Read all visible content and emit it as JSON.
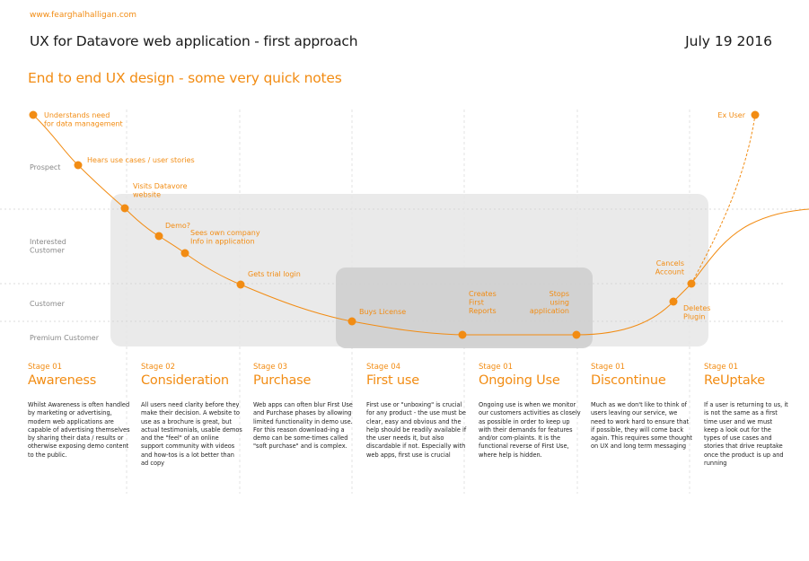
{
  "header": {
    "site": "www.fearghalhalligan.com",
    "title": "UX for Datavore web application - first approach",
    "date": "July 19 2016",
    "subtitle": "End to end UX design - some very quick notes"
  },
  "rows": [
    {
      "label": "Prospect"
    },
    {
      "label": "Interested\nCustomer"
    },
    {
      "label": "Customer"
    },
    {
      "label": "Premium Customer"
    }
  ],
  "points": [
    {
      "label": "Understands need\nfor data management"
    },
    {
      "label": "Hears use cases / user stories"
    },
    {
      "label": "Visits Datavore\nwebsite"
    },
    {
      "label": "Demo?"
    },
    {
      "label": "Sees own company\nInfo in application"
    },
    {
      "label": "Gets trial login"
    },
    {
      "label": "Buys License"
    },
    {
      "label": "Creates\nFirst\nReports"
    },
    {
      "label": "Stops\nusing\napplication"
    },
    {
      "label": "Cancels\nAccount"
    },
    {
      "label": "Deletes\nPlugin"
    },
    {
      "label": "Ex User"
    }
  ],
  "stages": [
    {
      "num": "Stage 01",
      "name": "Awareness",
      "desc": "Whilst Awareness is often handled by marketing or advertising, modern web applications are capable of advertising themselves by sharing their data / results or otherwise exposing demo content to the public."
    },
    {
      "num": "Stage 02",
      "name": "Consideration",
      "desc": "All users need clarity before they make their decision. A website to use as a brochure is great, but actual testimonials, usable demos and the \"feel\" of an online support community with videos and how-tos is a lot better than ad copy"
    },
    {
      "num": "Stage 03",
      "name": "Purchase",
      "desc": "Web apps can often blur First Use and Purchase phases by allowing limited functionality in demo use. For this reason download-ing a demo can be some-times called \"soft purchase\" and is complex."
    },
    {
      "num": "Stage 04",
      "name": "First use",
      "desc": "First use or \"unboxing\" is crucial for any product - the use must be clear, easy and obvious and the help should be readily available if the user needs it, but also discardable if not. Especially with web apps, first use is crucial"
    },
    {
      "num": "Stage 01",
      "name": "Ongoing Use",
      "desc": "Ongoing use is when we monitor our customers activities as closely as possible in order to keep up with their demands for features and/or com-plaints. It is the functional reverse of First Use, where help is hidden."
    },
    {
      "num": "Stage 01",
      "name": "Discontinue",
      "desc": "Much as we don't like to think of users leaving our service, we need to work hard to ensure that if possible, they will come back again. This requires some thought on UX and long term messaging"
    },
    {
      "num": "Stage 01",
      "name": "ReUptake",
      "desc": "If a user is returning to us, it is not the same as a first time user and we must keep a look out for the types of use cases and stories that drive reuptake once the product is up and running"
    }
  ],
  "colors": {
    "accent": "#f28c13",
    "box": "#e6e6e6",
    "box_inner": "#cfcfcf",
    "grid": "#cfcfcf"
  }
}
